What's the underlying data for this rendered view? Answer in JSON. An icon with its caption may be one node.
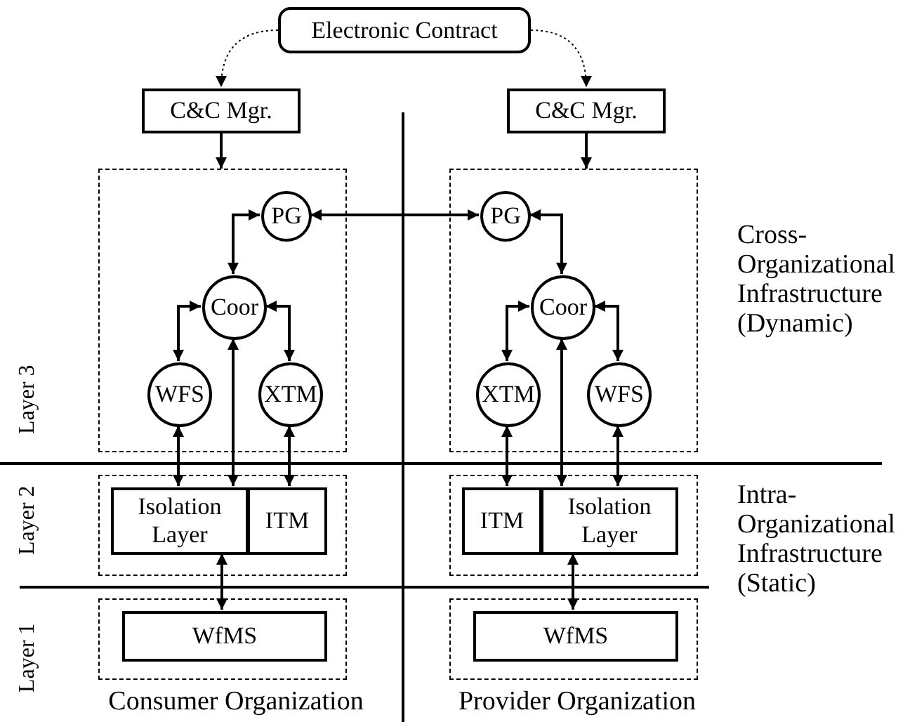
{
  "diagram": {
    "nodes": [
      {
        "text": [
          "Electronic Contract"
        ]
      },
      {
        "text": [
          "C&C Mgr."
        ]
      },
      {
        "text": [
          "C&C Mgr."
        ]
      },
      {
        "text": [],
        "shape": "box"
      },
      {
        "text": [
          "PG"
        ],
        "in": 3
      },
      {
        "text": [
          "Coor"
        ],
        "in": 3
      },
      {
        "text": [
          "WFS"
        ],
        "in": 3
      },
      {
        "text": [
          "XTM"
        ],
        "in": 3
      },
      {
        "text": [],
        "shape": "box"
      },
      {
        "text": [
          "PG"
        ],
        "in": 8
      },
      {
        "text": [
          "Coor"
        ],
        "in": 8
      },
      {
        "text": [
          "XTM"
        ],
        "in": 8
      },
      {
        "text": [
          "WFS"
        ],
        "in": 8
      },
      {
        "text": [],
        "shape": "box"
      },
      {
        "text": [
          "Isolation Layer"
        ],
        "in": 13
      },
      {
        "text": [
          "ITM"
        ],
        "in": 13
      },
      {
        "text": [],
        "shape": "box"
      },
      {
        "text": [
          "ITM"
        ],
        "in": 16
      },
      {
        "text": [
          "Isolation Layer"
        ],
        "in": 16
      },
      {
        "text": [],
        "shape": "box"
      },
      {
        "text": [
          "WfMS"
        ],
        "in": 19
      },
      {
        "text": [],
        "shape": "box"
      },
      {
        "text": [
          "WfMS"
        ],
        "in": 21
      }
    ],
    "edges": [
      {
        "from": 0,
        "to": 1,
        "arrow": "to",
        "style": "dashed"
      },
      {
        "from": 0,
        "to": 2,
        "arrow": "to",
        "style": "dashed"
      },
      {
        "from": 1,
        "to": 3,
        "arrow": "to"
      },
      {
        "from": 2,
        "to": 8,
        "arrow": "to"
      },
      {
        "from": 4,
        "to": 9,
        "arrow": "both"
      },
      {
        "from": 4,
        "to": 5,
        "arrow": "both"
      },
      {
        "from": 5,
        "to": 6,
        "arrow": "both"
      },
      {
        "from": 5,
        "to": 7,
        "arrow": "both"
      },
      {
        "from": 9,
        "to": 10,
        "arrow": "both"
      },
      {
        "from": 10,
        "to": 11,
        "arrow": "both"
      },
      {
        "from": 10,
        "to": 12,
        "arrow": "both"
      },
      {
        "from": 6,
        "to": 14,
        "arrow": "both"
      },
      {
        "from": 5,
        "to": 14,
        "arrow": "both"
      },
      {
        "from": 7,
        "to": 15,
        "arrow": "both"
      },
      {
        "from": 11,
        "to": 17,
        "arrow": "both"
      },
      {
        "from": 10,
        "to": 18,
        "arrow": "both"
      },
      {
        "from": 12,
        "to": 18,
        "arrow": "both"
      },
      {
        "from": 14,
        "to": 20,
        "arrow": "both"
      },
      {
        "from": 18,
        "to": 22,
        "arrow": "both"
      }
    ],
    "labels": [
      "Cross-Organizational Infrastructure (Dynamic)",
      "Layer 3",
      "Layer 2",
      "Intra-Organizational Infrastructure (Static)",
      "Layer 1",
      "Consumer Organization",
      "Provider Organization"
    ]
  }
}
